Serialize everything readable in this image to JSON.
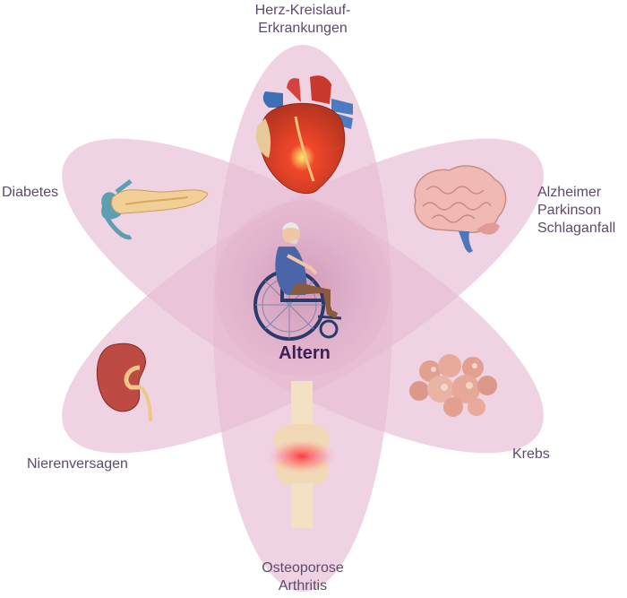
{
  "center": {
    "label": "Altern",
    "icon": "elderly-person-wheelchair-icon"
  },
  "conditions": [
    {
      "id": "cardio",
      "lines": [
        "Herz-Kreislauf-",
        "Erkrankungen"
      ],
      "icon": "heart-icon"
    },
    {
      "id": "neuro",
      "lines": [
        "Alzheimer",
        "Parkinson",
        "Schlaganfall"
      ],
      "icon": "brain-icon"
    },
    {
      "id": "cancer",
      "lines": [
        "Krebs"
      ],
      "icon": "tumor-cells-icon"
    },
    {
      "id": "bone",
      "lines": [
        "Osteoporose",
        "Arthritis"
      ],
      "icon": "knee-joint-icon"
    },
    {
      "id": "kidney",
      "lines": [
        "Nierenversagen"
      ],
      "icon": "kidney-icon"
    },
    {
      "id": "diabetes",
      "lines": [
        "Diabetes"
      ],
      "icon": "pancreas-icon"
    }
  ],
  "colors": {
    "petal": "#e2b7cd",
    "center": "#c98bb2",
    "label": "#5e4a6b",
    "center_label": "#3c1f55"
  }
}
